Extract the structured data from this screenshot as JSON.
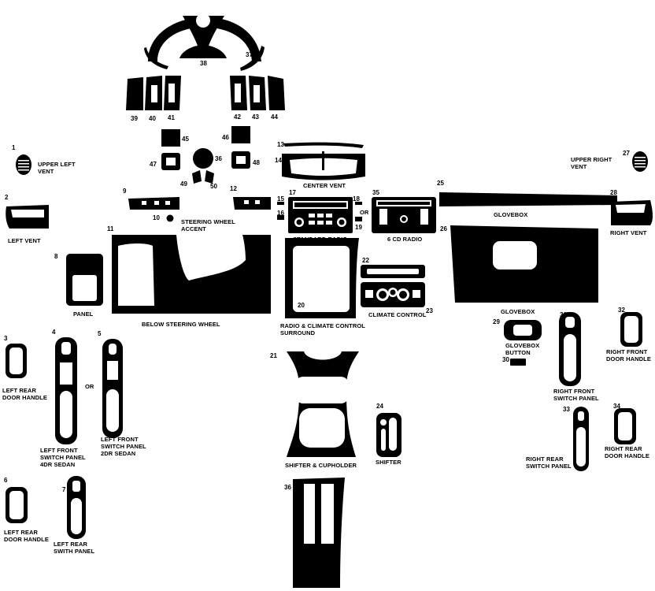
{
  "parts": {
    "p1": {
      "number": "1",
      "name": "UPPER LEFT\nVENT"
    },
    "p2": {
      "number": "2",
      "name": "LEFT VENT"
    },
    "p3": {
      "number": "3",
      "name": "LEFT REAR\nDOOR HANDLE"
    },
    "p4": {
      "number": "4",
      "name": "LEFT FRONT\nSWITCH PANEL\n4DR SEDAN"
    },
    "p5": {
      "number": "5",
      "name": "LEFT FRONT\nSWITCH PANEL\n2DR SEDAN"
    },
    "p6": {
      "number": "6",
      "name": "LEFT REAR\nDOOR HANDLE"
    },
    "p7": {
      "number": "7",
      "name": "LEFT REAR\nSWITH PANEL"
    },
    "p8": {
      "number": "8",
      "name": "PANEL"
    },
    "p9": {
      "number": "9"
    },
    "p10": {
      "number": "10",
      "name": "STEERING WHEEL\nACCENT"
    },
    "p11": {
      "number": "11",
      "name": "BELOW STEERING WHEEL"
    },
    "p12": {
      "number": "12"
    },
    "p13": {
      "number": "13"
    },
    "p14": {
      "number": "14",
      "name": "CENTER VENT"
    },
    "p15": {
      "number": "15"
    },
    "p16": {
      "number": "16"
    },
    "p17": {
      "number": "17",
      "name": "STANDARD RADIO"
    },
    "p18": {
      "number": "18"
    },
    "p19": {
      "number": "19"
    },
    "p20": {
      "number": "20",
      "name": "RADIO & CLIMATE CONTROL\nSURROUND"
    },
    "p21": {
      "number": "21",
      "name": "SHIFTER & CUPHOLDER"
    },
    "p22": {
      "number": "22"
    },
    "p23": {
      "number": "23",
      "name": "CLIMATE CONTROL"
    },
    "p24": {
      "number": "24",
      "name": "SHIFTER"
    },
    "p25": {
      "number": "25",
      "name": "GLOVEBOX"
    },
    "p26": {
      "number": "26",
      "name": "GLOVEBOX"
    },
    "p27": {
      "number": "27",
      "name": "UPPER RIGHT\nVENT"
    },
    "p28": {
      "number": "28",
      "name": "RIGHT VENT"
    },
    "p29": {
      "number": "29",
      "name": "GLOVEBOX\nBUTTON"
    },
    "p30": {
      "number": "30"
    },
    "p31": {
      "number": "31",
      "name": "RIGHT FRONT\nSWITCH PANEL"
    },
    "p32": {
      "number": "32",
      "name": "RIGHT FRONT\nDOOR HANDLE"
    },
    "p33": {
      "number": "33",
      "name": "RIGHT REAR\nSWITCH PANEL"
    },
    "p34": {
      "number": "34",
      "name": "RIGHT REAR\nDOOR HANDLE"
    },
    "p35": {
      "number": "35",
      "name": "6 CD RADIO"
    },
    "p36a": {
      "number": "36"
    },
    "p36b": {
      "number": "36"
    },
    "p37": {
      "number": "37"
    },
    "p38": {
      "number": "38"
    },
    "p39": {
      "number": "39"
    },
    "p40": {
      "number": "40"
    },
    "p41": {
      "number": "41"
    },
    "p42": {
      "number": "42"
    },
    "p43": {
      "number": "43"
    },
    "p44": {
      "number": "44"
    },
    "p45": {
      "number": "45"
    },
    "p46": {
      "number": "46"
    },
    "p47": {
      "number": "47"
    },
    "p48": {
      "number": "48"
    },
    "p49": {
      "number": "49"
    },
    "p50": {
      "number": "50"
    }
  },
  "connectors": {
    "or_left": "OR",
    "or_right": "OR"
  },
  "colors": {
    "part_fill": "#000000",
    "background": "#ffffff"
  }
}
